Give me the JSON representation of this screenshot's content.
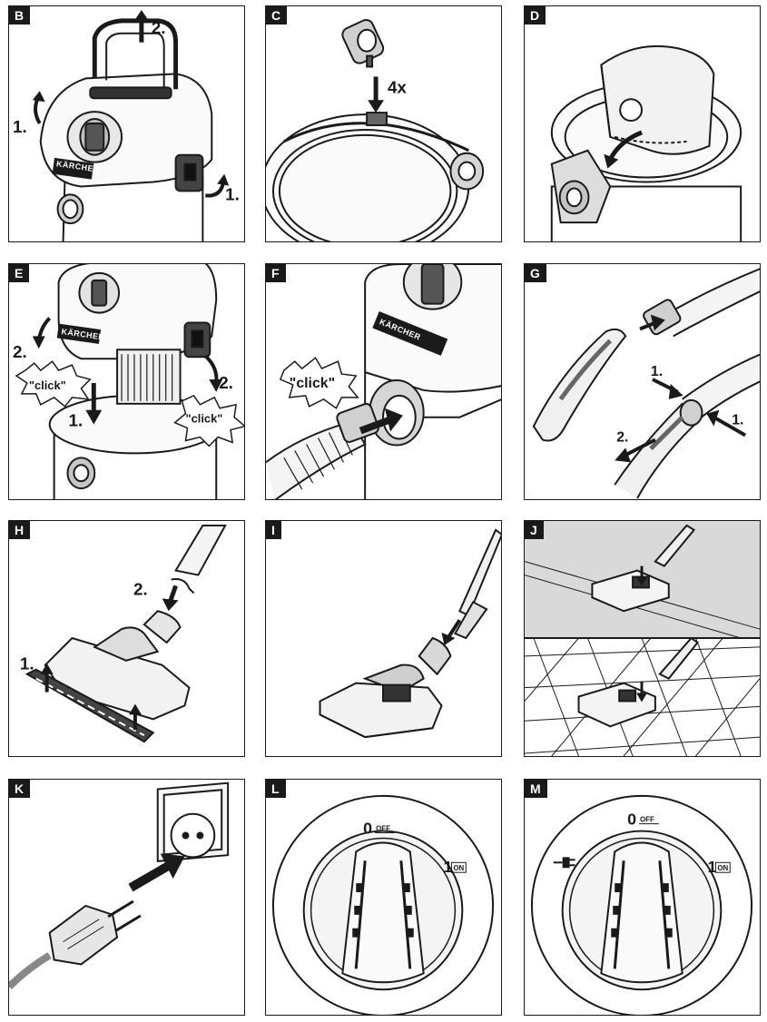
{
  "panels": [
    {
      "letter": "B",
      "steps": [
        "1.",
        "2.",
        "1."
      ],
      "brand": "KÄRCHER"
    },
    {
      "letter": "C",
      "steps": [
        "4x"
      ]
    },
    {
      "letter": "D",
      "steps": []
    },
    {
      "letter": "E",
      "steps": [
        "2.",
        "2.",
        "1."
      ],
      "clicks": [
        "\"click\"",
        "\"click\""
      ],
      "brand": "KÄRCHER"
    },
    {
      "letter": "F",
      "clicks": [
        "\"click\""
      ],
      "brand": "KÄRCHER"
    },
    {
      "letter": "G",
      "steps": [
        "1.",
        "1.",
        "2."
      ]
    },
    {
      "letter": "H",
      "steps": [
        "2.",
        "1."
      ]
    },
    {
      "letter": "I",
      "steps": []
    },
    {
      "letter": "J",
      "steps": []
    },
    {
      "letter": "K",
      "steps": []
    },
    {
      "letter": "L",
      "switch": {
        "off_num": "0",
        "off_txt": "OFF",
        "on_num": "1",
        "on_txt": "ON"
      }
    },
    {
      "letter": "M",
      "switch": {
        "off_num": "0",
        "off_txt": "OFF",
        "on_num": "1",
        "on_txt": "ON"
      },
      "plug_icon": "power-plug-icon"
    }
  ]
}
